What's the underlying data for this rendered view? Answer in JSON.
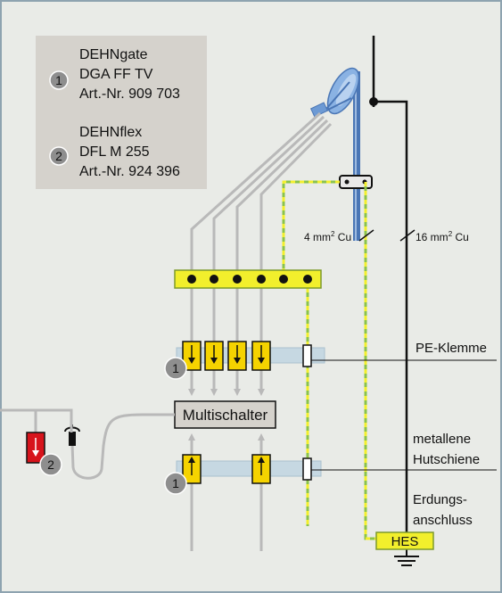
{
  "colors": {
    "frame_bg": "#e9ebe7",
    "frame_border": "#8ea3b0",
    "legend_bg": "#d5d2cc",
    "cable_gray": "#b9b9b9",
    "busbar_yellow": "#f2ef2c",
    "arrester_yellow": "#f5d300",
    "rail_blue": "#c6d8e2",
    "mast_blue": "#4a76b5",
    "ground_green": "#8bc34a",
    "flex_red": "#d7141c",
    "black": "#111111"
  },
  "legend": {
    "items": [
      {
        "num": "1",
        "line1": "DEHNgate",
        "line2": "DGA FF TV",
        "line3": "Art.-Nr. 909 703"
      },
      {
        "num": "2",
        "line1": "DEHNflex",
        "line2": "DFL M 255",
        "line3": "Art.-Nr. 924 396"
      }
    ]
  },
  "labels": {
    "cu4_pre": "4 mm",
    "cu4_sup": "2",
    "cu4_post": " Cu",
    "cu16_pre": "16 mm",
    "cu16_sup": "2",
    "cu16_post": " Cu",
    "pe": "PE-Klemme",
    "rail1": "metallene",
    "rail2": "Hutschiene",
    "earth1": "Erdungs-",
    "earth2": "anschluss",
    "multischalter": "Multischalter",
    "hes": "HES"
  },
  "markers": {
    "arrester_top": "1",
    "arrester_bottom": "1",
    "flex": "2"
  },
  "icons": [
    "satellite-dish-icon",
    "ground-symbol-icon",
    "tv-socket-icon",
    "arrow-down-icon",
    "arrow-up-icon"
  ]
}
